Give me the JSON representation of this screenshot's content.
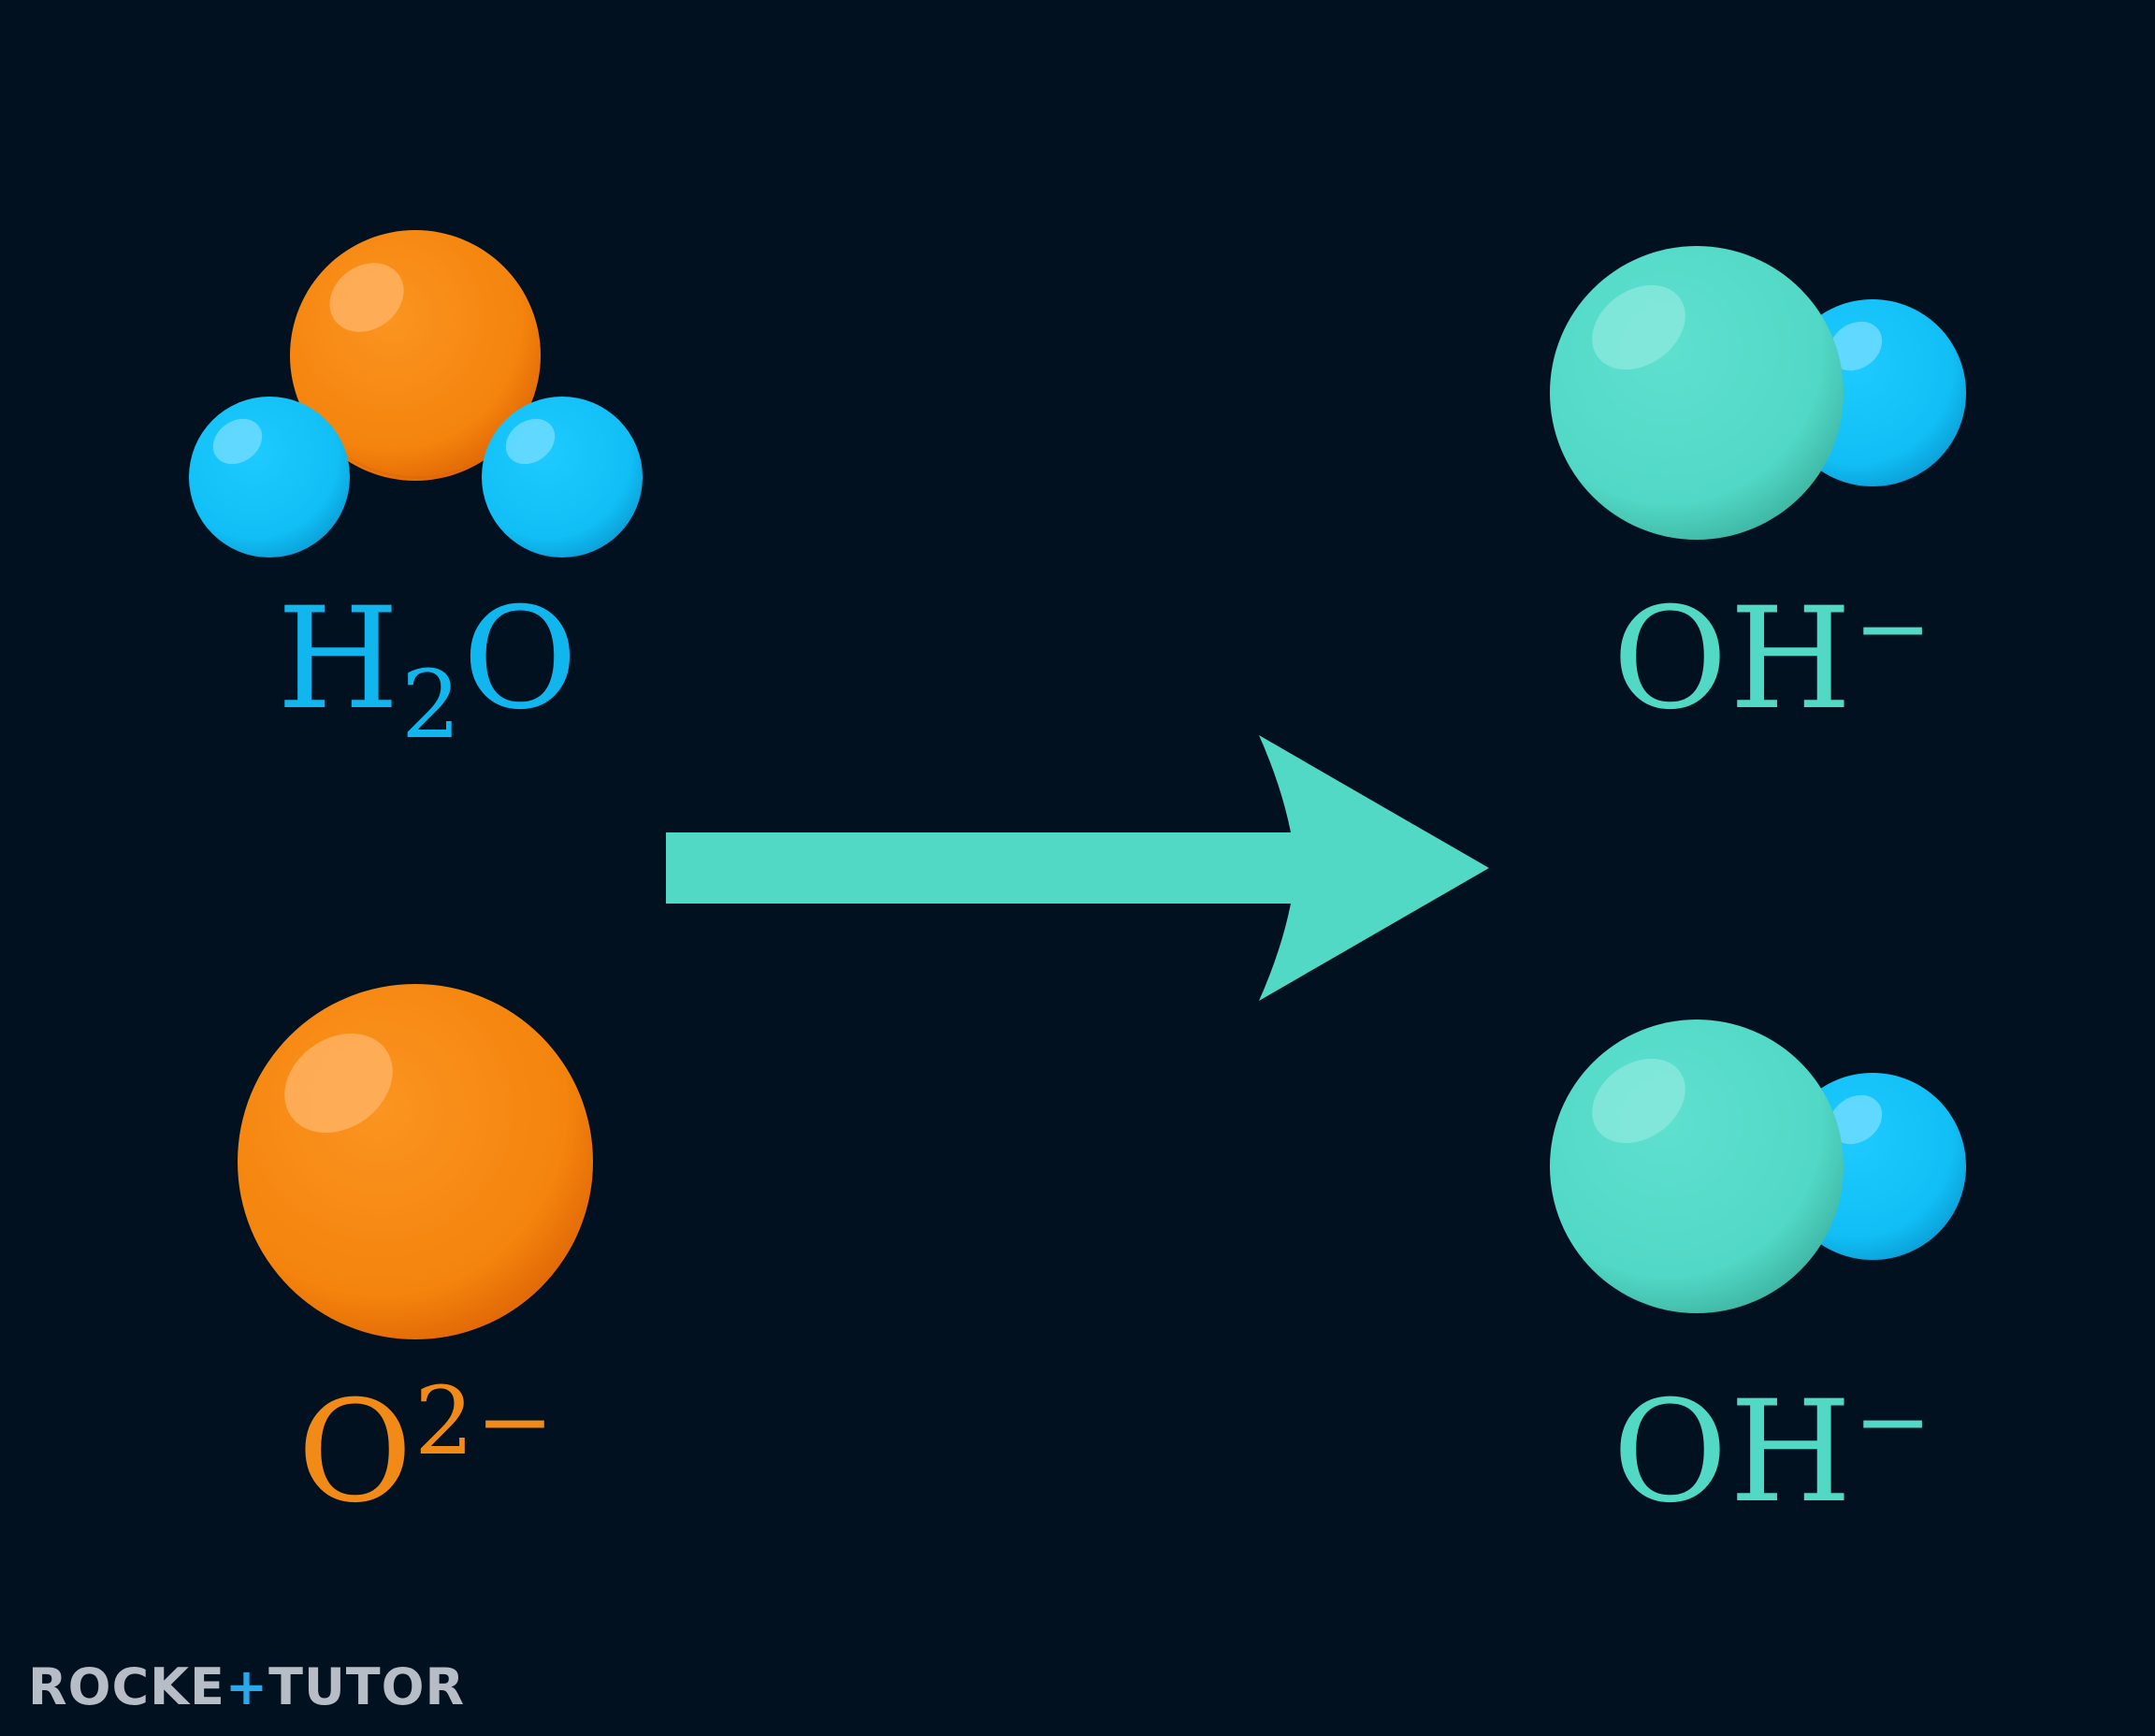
{
  "colors": {
    "background": "#02111f",
    "oxygen": "#f7870f",
    "hydrogen": "#12c2f8",
    "hydroxide_oxygen": "#52d9c6",
    "arrow": "#52d9c6",
    "water_label": "#12b6ef",
    "oxide_label": "#f28a17",
    "hydroxide_label": "#52d9c6"
  },
  "reactants": {
    "water": {
      "main": "H",
      "sub": "2",
      "tail": "O"
    },
    "oxide": {
      "main": "O",
      "sup": "2−"
    }
  },
  "products": {
    "hydroxide_1": {
      "main": "OH",
      "sup": "−"
    },
    "hydroxide_2": {
      "main": "OH",
      "sup": "−"
    }
  },
  "logo": {
    "part1": "ROCKE",
    "cross": "+",
    "part2": "TUTOR"
  }
}
